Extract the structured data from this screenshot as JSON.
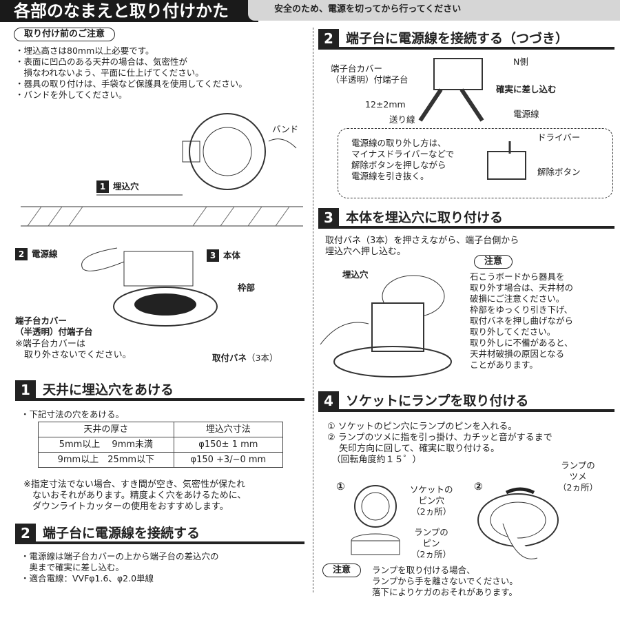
{
  "header": {
    "title": "各部のなまえと取り付けかた",
    "safety": "安全のため、電源を切ってから行ってください"
  },
  "pre_notes": {
    "label": "取り付け前のご注意",
    "items": [
      "・埋込高さは80mm以上必要です。",
      "・表面に凹凸のある天井の場合は、気密性が",
      "　損なわれないよう、平面に仕上げてください。",
      "・器具の取り付けは、手袋など保護具を使用してください。",
      "・バンドを外してください。"
    ]
  },
  "parts": {
    "band": "バンド",
    "hole_num": "1",
    "hole": "埋込穴",
    "wire_num": "2",
    "wire": "電源線",
    "body_num": "3",
    "body": "本体",
    "frame": "枠部",
    "terminal_cover": [
      "端子台カバー",
      "（半透明）付端子台"
    ],
    "cover_note": [
      "※端子台カバーは",
      "　取り外さないでください。"
    ],
    "spring": "取付バネ",
    "spring_count": "（3本）"
  },
  "s1": {
    "num": "1",
    "title": "天井に埋込穴をあける",
    "intro": "・下記寸法の穴をあける。",
    "table": {
      "headers": [
        "天井の厚さ",
        "埋込穴寸法"
      ],
      "rows": [
        [
          "5mm以上　 9mm未満",
          "φ150± 1 mm"
        ],
        [
          "9mm以上　25mm以下",
          "φ150 +3/−0 mm"
        ]
      ]
    },
    "note": [
      "※指定寸法でない場合、すき間が空き、気密性が保たれ",
      "　ないおそれがあります。精度よく穴をあけるために、",
      "　ダウンライトカッターの使用をおすすめします。"
    ]
  },
  "s2": {
    "num": "2",
    "title": "端子台に電源線を接続する",
    "items": [
      "・電源線は端子台カバーの上から端子台の差込穴の",
      "　奥まで確実に差し込む。",
      "・適合電線：VVFφ1.6、φ2.0単線"
    ]
  },
  "s2b": {
    "num": "2",
    "title": "端子台に電源線を接続する（つづき）",
    "cover": [
      "端子台カバー",
      "（半透明）付端子台"
    ],
    "n_side": "N側",
    "insert": "確実に差し込む",
    "strip": "12±2mm",
    "feed": "送り線",
    "power": "電源線",
    "removal": [
      "電源線の取り外し方は、",
      "マイナスドライバーなどで",
      "解除ボタンを押しながら",
      "電源線を引き抜く。"
    ],
    "driver": "ドライバー",
    "release": "解除ボタン"
  },
  "s3": {
    "num": "3",
    "title": "本体を埋込穴に取り付ける",
    "intro": [
      "取付バネ（3本）を押さえながら、端子台側から",
      "埋込穴へ押し込む。"
    ],
    "hole": "埋込穴",
    "caution": "注意",
    "caution_text": [
      "石こうボードから器具を",
      "取り外す場合は、天井材の",
      "破損にご注意ください。",
      "枠部をゆっくり引き下げ、",
      "取付バネを押し曲げながら",
      "取り外してください。",
      "取り外しに不備があると、",
      "天井材破損の原因となる",
      "ことがあります。"
    ]
  },
  "s4": {
    "num": "4",
    "title": "ソケットにランプを取り付ける",
    "steps": [
      "① ソケットのピン穴にランプのピンを入れる。",
      "② ランプのツメに指を引っ掛け、カチッと音がするまで",
      "　 矢印方向に回して、確実に取り付ける。",
      "　（回転角度約１５゜）"
    ],
    "fig1": "①",
    "fig2": "②",
    "pin_hole": [
      "ソケットの",
      "ピン穴",
      "（2ヵ所）"
    ],
    "pin": [
      "ランプの",
      "ピン",
      "（2ヵ所）"
    ],
    "claw": [
      "ランプの",
      "ツメ",
      "（2ヵ所）"
    ],
    "caution": "注意",
    "caution_text": [
      "ランプを取り付ける場合、",
      "ランプから手を離さないでください。",
      "落下によりケガのおそれがあります。"
    ]
  }
}
